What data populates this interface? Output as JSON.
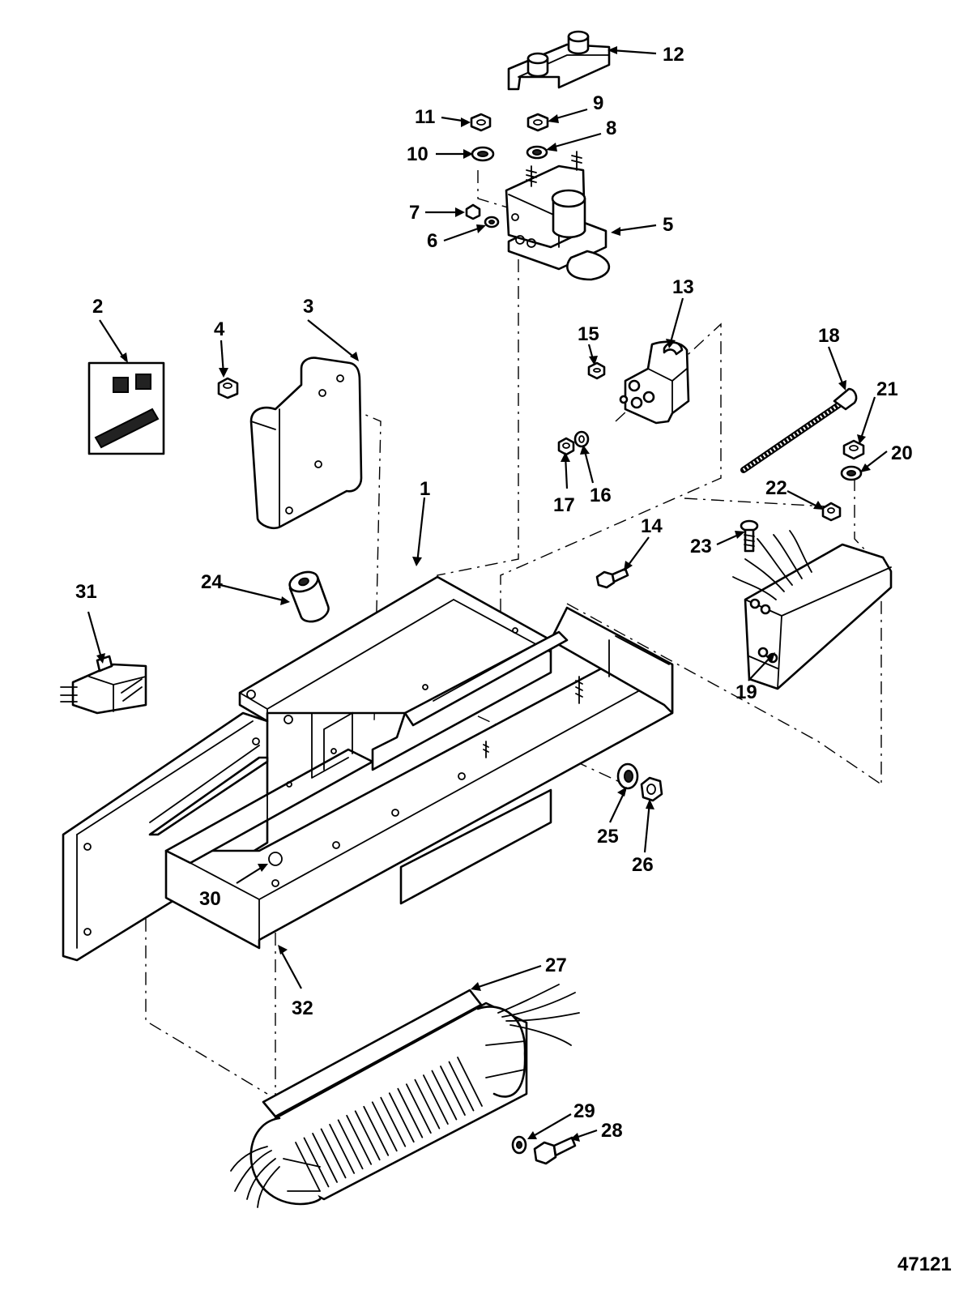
{
  "diagram": {
    "drawing_number": "47121",
    "callouts": [
      "1",
      "2",
      "3",
      "4",
      "5",
      "6",
      "7",
      "8",
      "9",
      "10",
      "11",
      "12",
      "13",
      "14",
      "15",
      "16",
      "17",
      "18",
      "19",
      "20",
      "21",
      "22",
      "23",
      "24",
      "25",
      "26",
      "27",
      "28",
      "29",
      "30",
      "31",
      "32"
    ]
  }
}
